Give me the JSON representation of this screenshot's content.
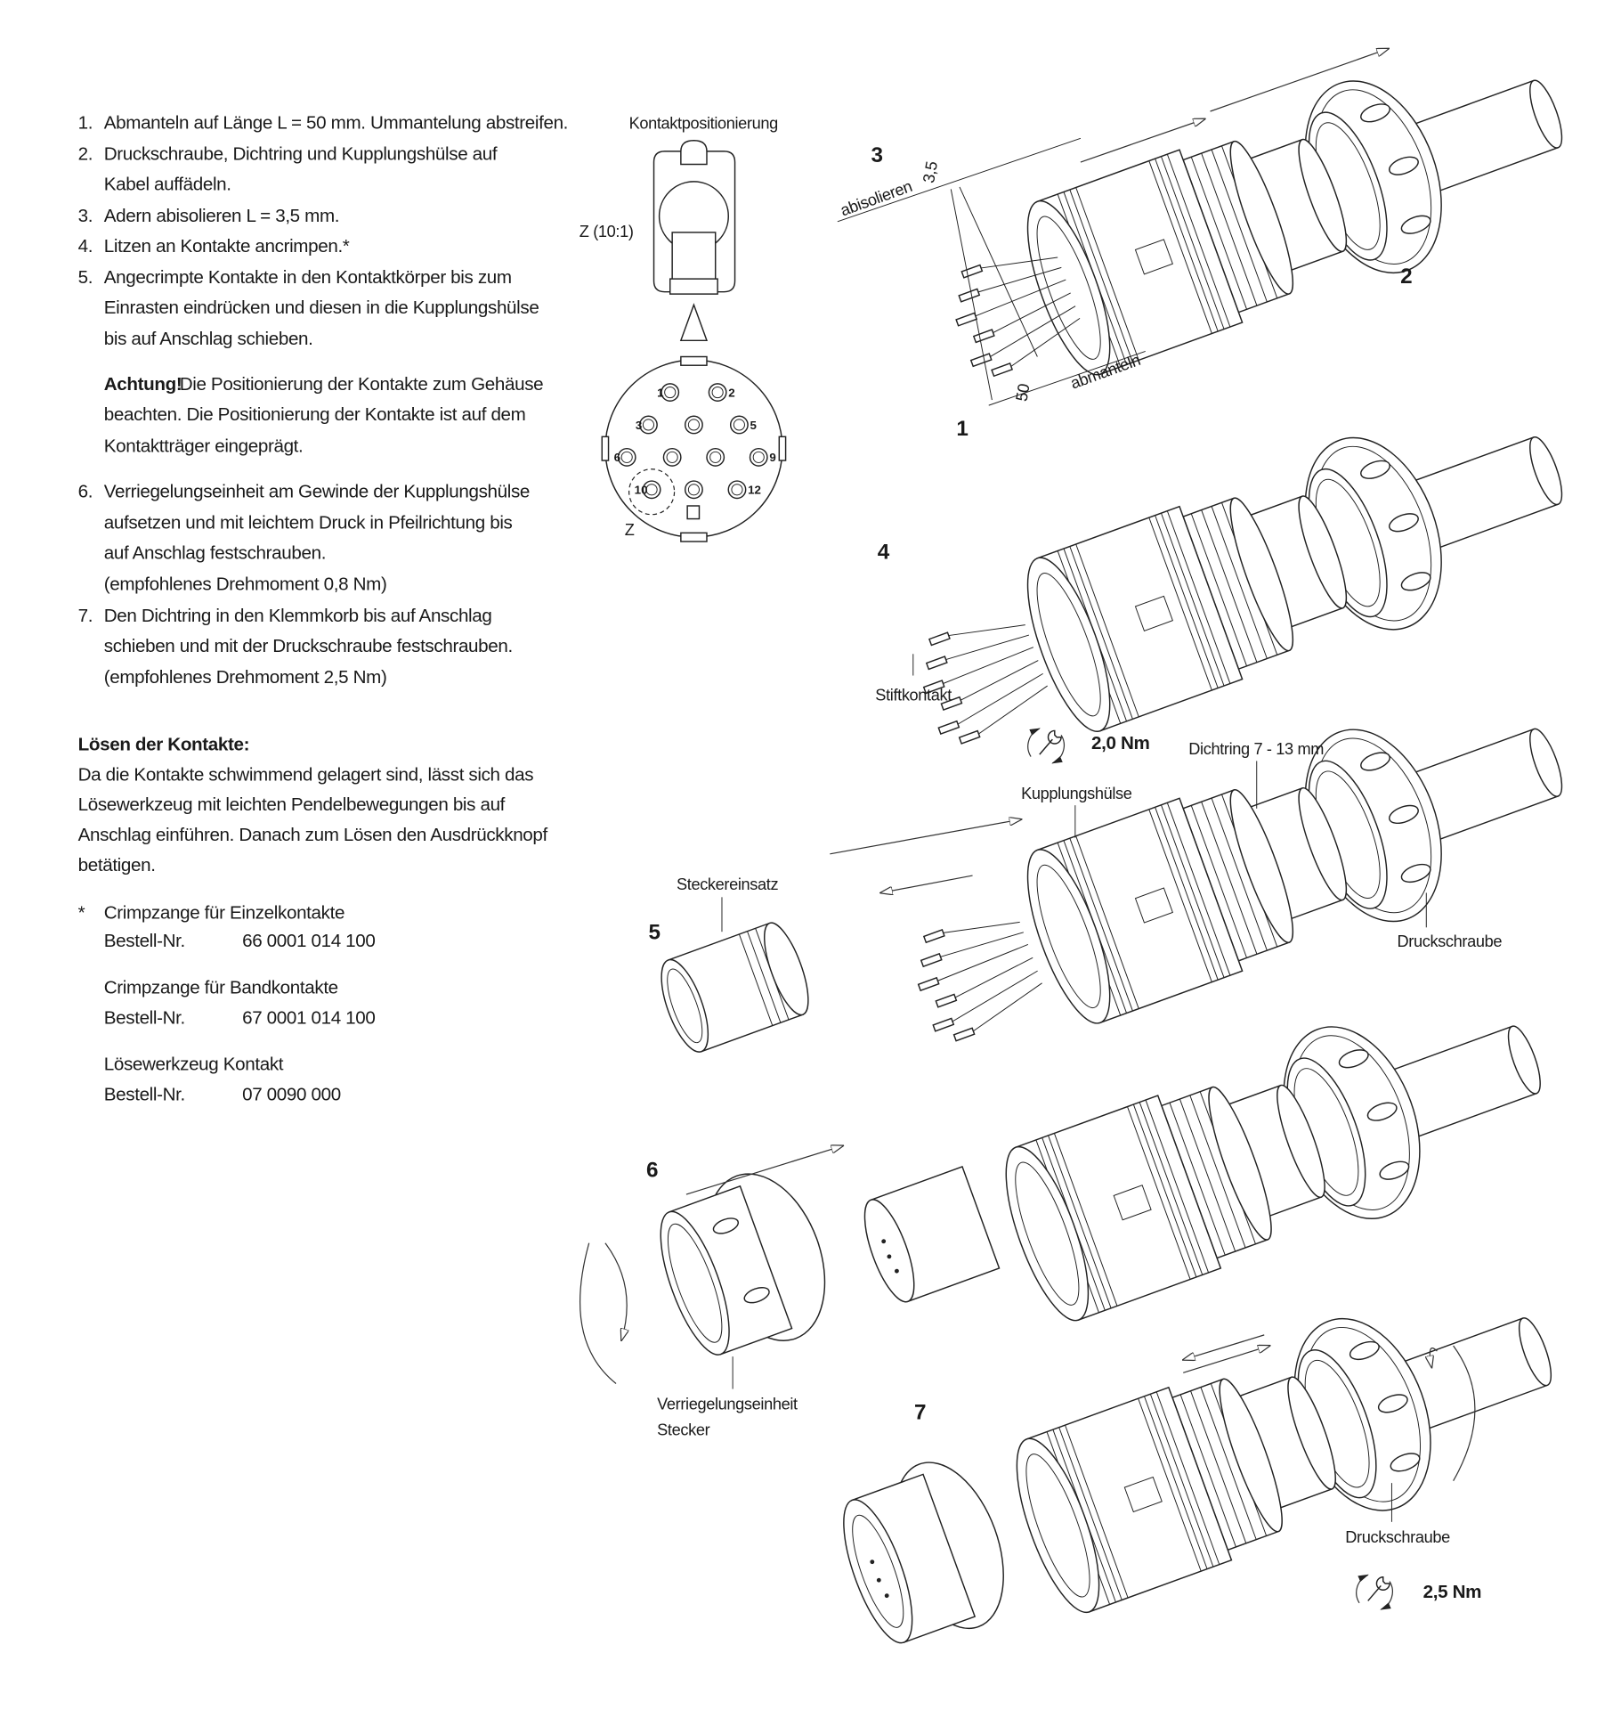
{
  "instructions": {
    "steps": [
      {
        "num": "1.",
        "lines": [
          "Abmanteln auf Länge L = 50 mm. Ummantelung abstreifen."
        ]
      },
      {
        "num": "2.",
        "lines": [
          "Druckschraube, Dichtring und Kupplungshülse auf",
          "Kabel auffädeln."
        ]
      },
      {
        "num": "3.",
        "lines": [
          "Adern abisolieren L = 3,5 mm."
        ]
      },
      {
        "num": "4.",
        "lines": [
          "Litzen an Kontakte ancrimpen.*"
        ]
      },
      {
        "num": "5.",
        "lines": [
          "Angecrimpte Kontakte in den Kontaktkörper bis zum",
          "Einrasten eindrücken und diesen in die Kupplungshülse",
          "bis auf Anschlag schieben."
        ]
      },
      {
        "num": "6.",
        "lines": [
          "Verriegelungseinheit am Gewinde der Kupplungshülse",
          "aufsetzen und mit leichtem Druck in Pfeilrichtung bis",
          "auf Anschlag festschrauben.",
          "(empfohlenes Drehmoment 0,8 Nm)"
        ]
      },
      {
        "num": "7.",
        "lines": [
          "Den Dichtring in den Klemmkorb bis auf Anschlag",
          "schieben und mit der Druckschraube festschrauben.",
          "(empfohlenes Drehmoment 2,5 Nm)"
        ]
      }
    ],
    "warning": {
      "bold": "Achtung!",
      "lines": [
        "Die Positionierung der Kontakte zum Gehäuse",
        "beachten. Die Positionierung der Kontakte ist auf dem",
        "Kontaktträger eingeprägt."
      ]
    },
    "release": {
      "heading": "Lösen der Kontakte:",
      "lines": [
        "Da die Kontakte schwimmend gelagert sind, lässt sich das",
        "Lösewerkzeug mit leichten Pendelbewegungen bis auf",
        "Anschlag einführen. Danach zum Lösen den Ausdrückknopf",
        "betätigen."
      ]
    },
    "tools": {
      "asterisk": "*",
      "items": [
        {
          "name": "Crimpzange für Einzelkontakte",
          "label": "Bestell-Nr.",
          "number": "66 0001 014 100"
        },
        {
          "name": "Crimpzange für Bandkontakte",
          "label": "Bestell-Nr.",
          "number": "67 0001 014 100"
        },
        {
          "name": "Lösewerkzeug Kontakt",
          "label": "Bestell-Nr.",
          "number": "07 0090 000"
        }
      ]
    }
  },
  "contact_diagram": {
    "title": "Kontaktpositionierung",
    "detail_label": "Z (10:1)",
    "view_label": "Z",
    "pins": [
      "1",
      "2",
      "3",
      "5",
      "6",
      "9",
      "10",
      "12"
    ]
  },
  "figures": {
    "step_numbers": [
      "1",
      "2",
      "3",
      "4",
      "5",
      "6",
      "7"
    ],
    "dim_strip": "3,5",
    "label_strip": "abisolieren",
    "dim_jacket": "50",
    "label_jacket": "abmanteln",
    "stiftkontakt": "Stiftkontakt",
    "torque_1": "2,0 Nm",
    "dichtring": "Dichtring 7 - 13 mm",
    "kupplungshuelse": "Kupplungshülse",
    "steckereinsatz": "Steckereinsatz",
    "druckschraube": "Druckschraube",
    "verriegelung_1": "Verriegelungseinheit",
    "verriegelung_2": "Stecker",
    "druckschraube_2": "Druckschraube",
    "torque_2": "2,5 Nm"
  }
}
